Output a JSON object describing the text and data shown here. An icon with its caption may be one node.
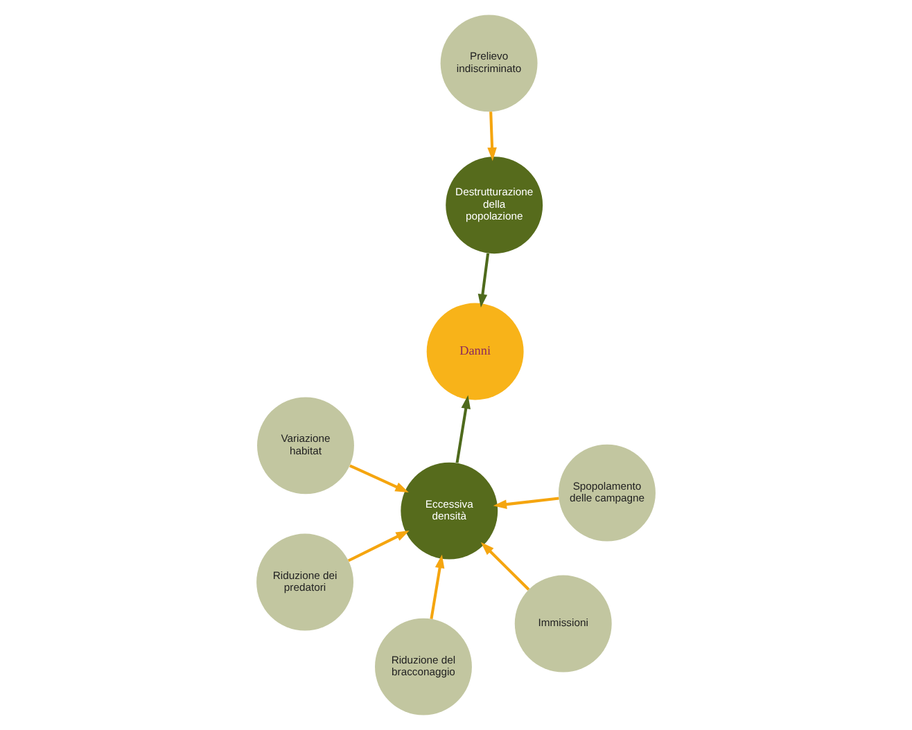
{
  "diagram": {
    "nodes": [
      {
        "text": [
          "Destrutturazione della popolazione"
        ]
      },
      {
        "text": [
          "Danni"
        ]
      },
      {
        "text": [
          "Immissioni"
        ]
      },
      {
        "text": [
          "Variazione habitat"
        ]
      },
      {
        "text": [
          "Eccessiva densità"
        ]
      },
      {
        "text": [
          "Prelievo indiscriminato"
        ]
      },
      {
        "text": [
          "Riduzione dei predatori"
        ]
      },
      {
        "text": [
          "Spopolamento delle campagne"
        ]
      },
      {
        "text": [
          "Riduzione del bracconaggio"
        ]
      }
    ],
    "edges": [
      {
        "from": 0,
        "to": 1,
        "arrow": "to",
        "color": "#4e6a1c"
      },
      {
        "from": 4,
        "to": 1,
        "arrow": "to",
        "color": "#4e6a1c"
      },
      {
        "from": 2,
        "to": 4,
        "arrow": "to"
      },
      {
        "from": 3,
        "to": 4,
        "arrow": "to"
      },
      {
        "from": 6,
        "to": 4,
        "arrow": "to"
      },
      {
        "from": 7,
        "to": 4,
        "arrow": "to"
      },
      {
        "from": 8,
        "to": 4,
        "arrow": "to"
      },
      {
        "from": 5,
        "to": 0,
        "arrow": "to"
      }
    ]
  }
}
